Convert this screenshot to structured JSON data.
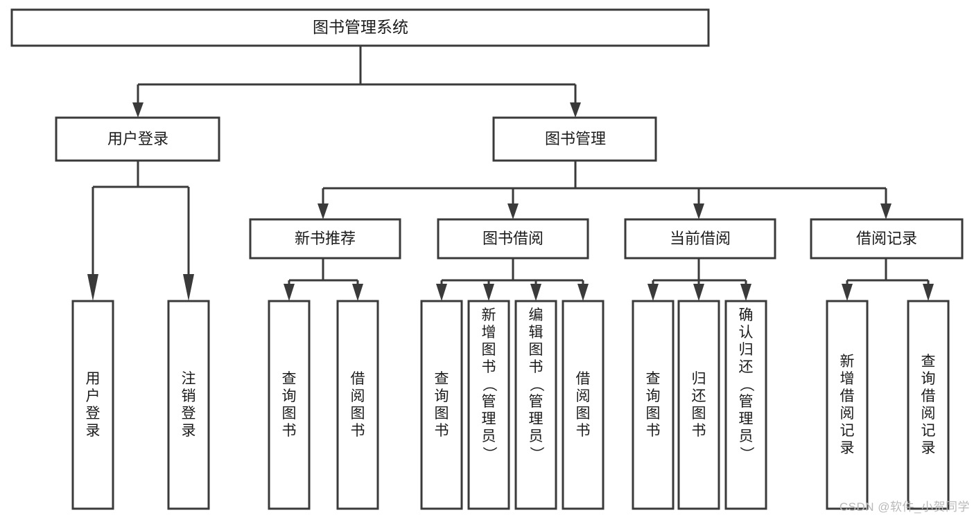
{
  "diagram": {
    "type": "tree",
    "title": "图书管理系统",
    "watermark": "CSDN @软件_小贺同学",
    "colors": {
      "stroke": "#3a3a3a",
      "fill": "#ffffff",
      "text": "#1b1b1b",
      "watermark": "#b9b9b9",
      "background": "#ffffff"
    },
    "root": {
      "label": "图书管理系统"
    },
    "level2": [
      {
        "label": "用户登录"
      },
      {
        "label": "图书管理"
      }
    ],
    "level3": [
      {
        "label": "新书推荐"
      },
      {
        "label": "图书借阅"
      },
      {
        "label": "当前借阅"
      },
      {
        "label": "借阅记录"
      }
    ],
    "leaves": {
      "user_login": [
        {
          "label": "用户登录"
        },
        {
          "label": "注销登录"
        }
      ],
      "new_book": [
        {
          "label": "查询图书"
        },
        {
          "label": "借阅图书"
        }
      ],
      "book_borrow": [
        {
          "label": "查询图书"
        },
        {
          "label": "新增图书（管理员）"
        },
        {
          "label": "编辑图书（管理员）"
        },
        {
          "label": "借阅图书"
        }
      ],
      "current_borrow": [
        {
          "label": "查询图书"
        },
        {
          "label": "归还图书"
        },
        {
          "label": "确认归还（管理员）"
        }
      ],
      "borrow_record": [
        {
          "label": "新增借阅记录"
        },
        {
          "label": "查询借阅记录"
        }
      ]
    }
  }
}
